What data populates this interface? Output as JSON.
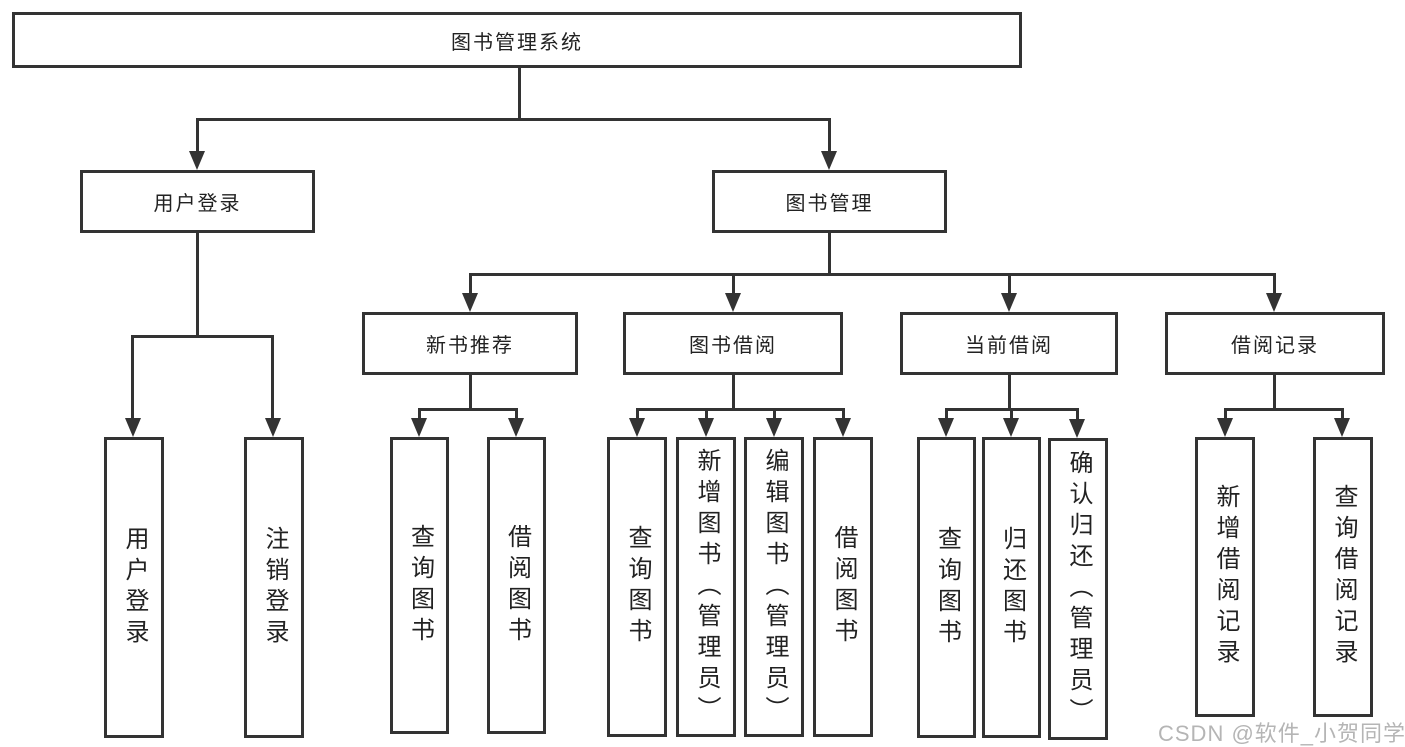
{
  "diagram": {
    "root": {
      "label": "图书管理系统"
    },
    "level2": {
      "user_login": {
        "label": "用户登录"
      },
      "book_mgmt": {
        "label": "图书管理"
      }
    },
    "level3": {
      "new_books": {
        "label": "新书推荐"
      },
      "book_borrow": {
        "label": "图书借阅"
      },
      "current_borrow": {
        "label": "当前借阅"
      },
      "borrow_records": {
        "label": "借阅记录"
      }
    },
    "leaves": {
      "user_login": [
        "用户登录",
        "注销登录"
      ],
      "new_books": [
        "查询图书",
        "借阅图书"
      ],
      "book_borrow": [
        "查询图书",
        "新增图书（管理员）",
        "编辑图书（管理员）",
        "借阅图书"
      ],
      "current_borrow": [
        "查询图书",
        "归还图书",
        "确认归还（管理员）"
      ],
      "borrow_records": [
        "新增借阅记录",
        "查询借阅记录"
      ]
    },
    "watermark": "CSDN @软件_小贺同学",
    "colors": {
      "line": "#333333",
      "text": "#222222",
      "watermark": "#b5b5b5"
    }
  }
}
